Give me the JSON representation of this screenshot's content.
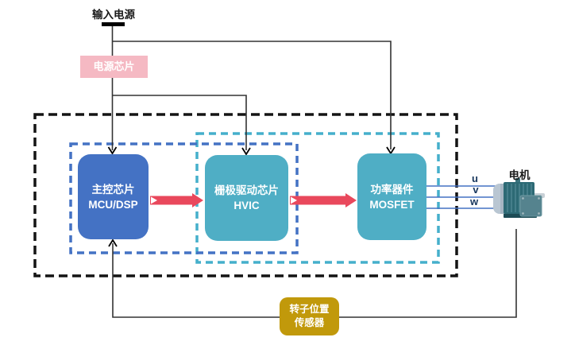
{
  "labels": {
    "input_power": "输入电源",
    "motor": "电机"
  },
  "blocks": {
    "power_chip": {
      "label": "电源芯片"
    },
    "mcu": {
      "line1": "主控芯片",
      "line2": "MCU/DSP"
    },
    "gate_driver": {
      "line1": "栅极驱动芯片",
      "line2": "HVIC"
    },
    "power_device": {
      "line1": "功率器件",
      "line2": "MOSFET"
    },
    "rotor_sensor": {
      "line1": "转子位置",
      "line2": "传感器"
    }
  },
  "phases": [
    "u",
    "v",
    "w"
  ],
  "colors": {
    "mcu_blue": "#4472C4",
    "teal": "#4FAEC5",
    "pink": "#F5B9C3",
    "gold": "#C1990B",
    "arrow_red": "#E9485C",
    "dashed_black": "#141414",
    "dashed_blue": "#4472C4",
    "dashed_cyan": "#45AFCB",
    "phase_line_blue": "#4472C4",
    "phase_text": "#17365D",
    "wire": "#333333"
  }
}
